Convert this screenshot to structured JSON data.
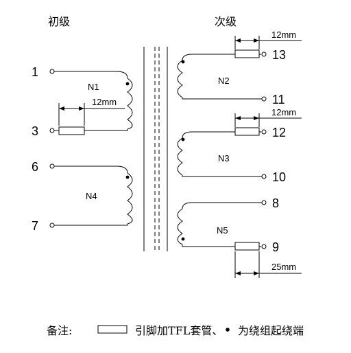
{
  "labels": {
    "primary": "初级",
    "secondary": "次级"
  },
  "pins": {
    "p1": "1",
    "p3": "3",
    "p6": "6",
    "p7": "7",
    "p13": "13",
    "p11": "11",
    "p12": "12",
    "p10": "10",
    "p8": "8",
    "p9": "9"
  },
  "windings": {
    "n1": "N1",
    "n4": "N4",
    "n2": "N2",
    "n3": "N3",
    "n5": "N5"
  },
  "dimensions": {
    "d_n1": "12mm",
    "d_13": "12mm",
    "d_12": "12mm",
    "d_9": "25mm"
  },
  "note": {
    "prefix": "备注:",
    "sleeve_text": "引脚加TFL套管、",
    "dot_text": "为绕组起绕端"
  }
}
